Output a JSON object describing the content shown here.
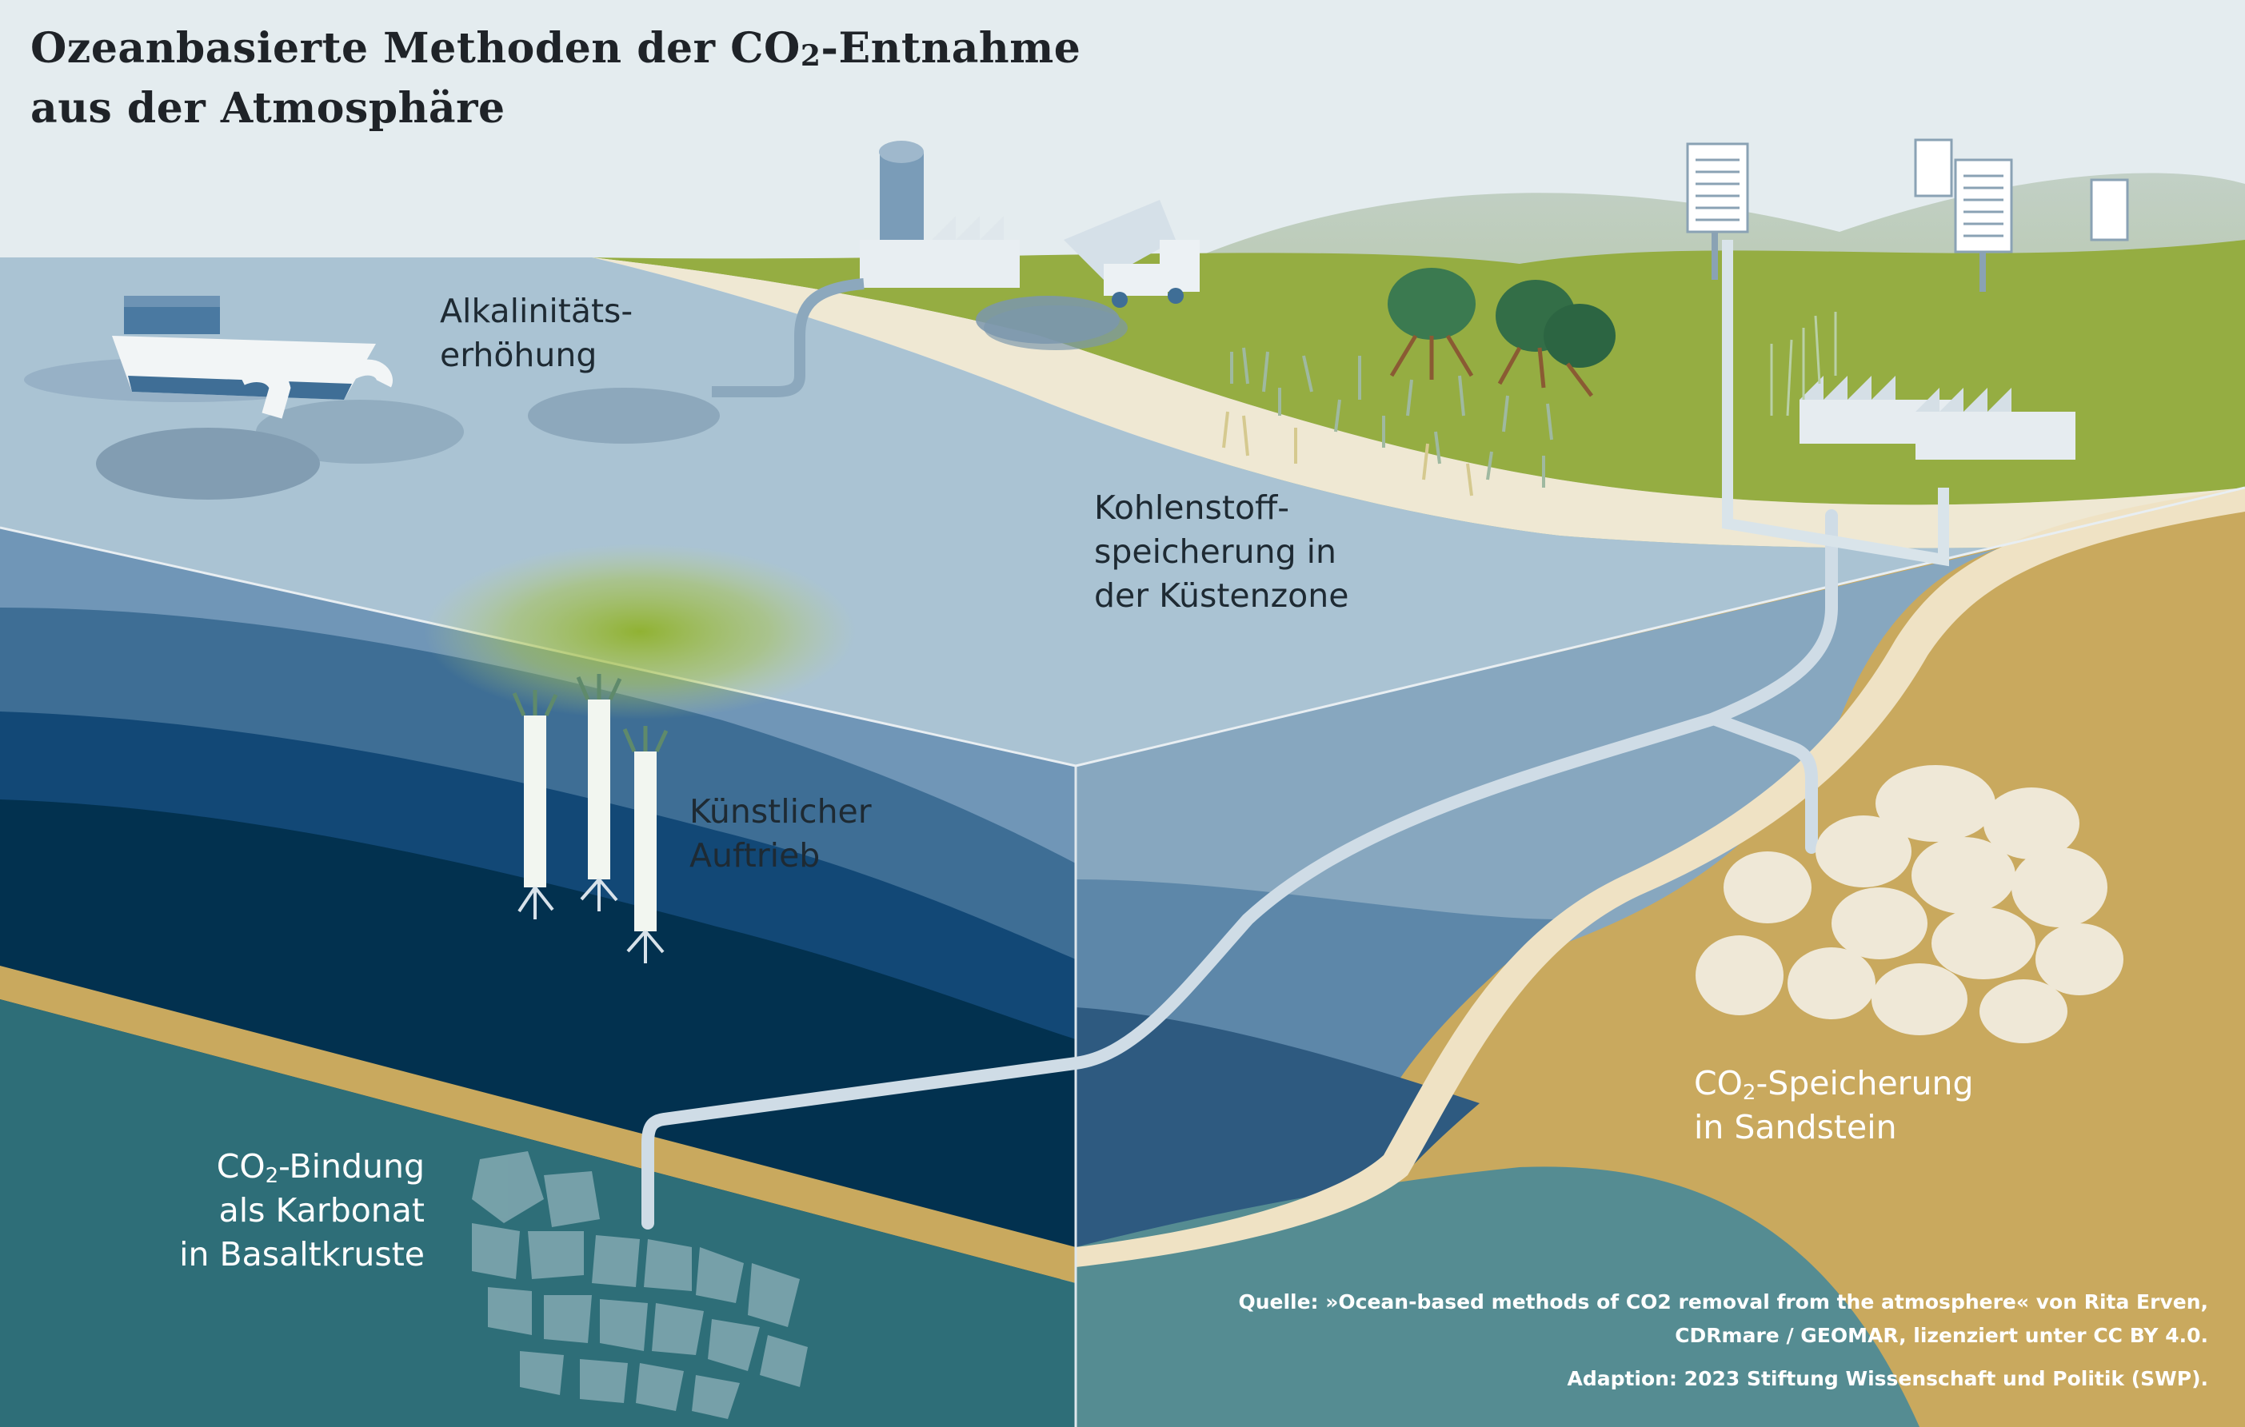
{
  "title": {
    "line1_pre": "Ozeanbasierte Methoden der CO",
    "line1_sub": "2",
    "line1_post": "-Entnahme",
    "line2": "aus der Atmosphäre"
  },
  "labels": {
    "alkalinity": {
      "line1": "Alkalinitäts-",
      "line2": "erhöhung"
    },
    "coastal": {
      "line1": "Kohlenstoff-",
      "line2": "speicherung in",
      "line3": "der Küstenzone"
    },
    "upwelling": {
      "line1": "Künstlicher",
      "line2": "Auftrieb"
    },
    "sandstone": {
      "pre": "CO",
      "sub": "2",
      "post": "-Speicherung",
      "line2": "in Sandstein"
    },
    "basalt": {
      "pre": "CO",
      "sub": "2",
      "post": "-Bindung",
      "line2": "als Karbonat",
      "line3": "in Basaltkruste"
    }
  },
  "source": {
    "line1": "Quelle: »Ocean-based methods of CO2 removal from the atmosphere« von Rita Erven,",
    "line2": "CDRmare / GEOMAR, lizenziert unter CC BY 4.0.",
    "line3": "Adaption: 2023 Stiftung Wissenschaft und Politik (SWP)."
  },
  "colors": {
    "sky": "#e4ecef",
    "sea_surface": "#aac3d3",
    "land_green": "#95ad42",
    "beach": "#efe8d3",
    "sand": "#c9a95e",
    "deep_water": "#02314f",
    "seafloor_teal": "#2e6e78"
  }
}
